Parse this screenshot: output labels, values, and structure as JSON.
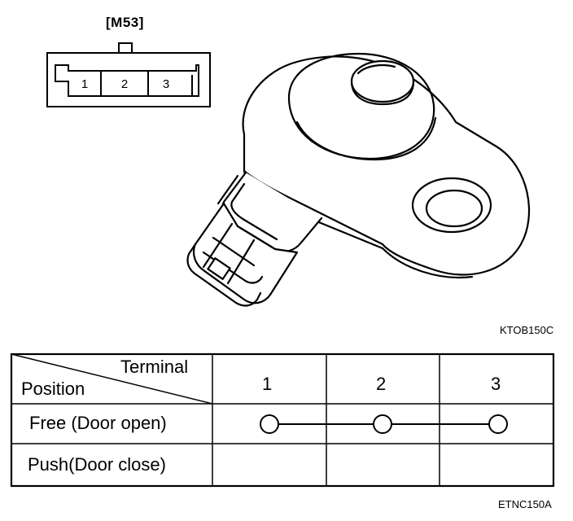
{
  "connector": {
    "label": "[M53]",
    "pins": [
      "1",
      "2",
      "3"
    ]
  },
  "diagram_code": "KTOB150C",
  "table_code": "ETNC150A",
  "continuity_table": {
    "header_terminal": "Terminal",
    "header_position": "Position",
    "columns": [
      "1",
      "2",
      "3"
    ],
    "rows": [
      {
        "label": "Free (Door open)",
        "connected_terminals": [
          "1",
          "2",
          "3"
        ]
      },
      {
        "label": "Push(Door close)",
        "connected_terminals": []
      }
    ]
  }
}
